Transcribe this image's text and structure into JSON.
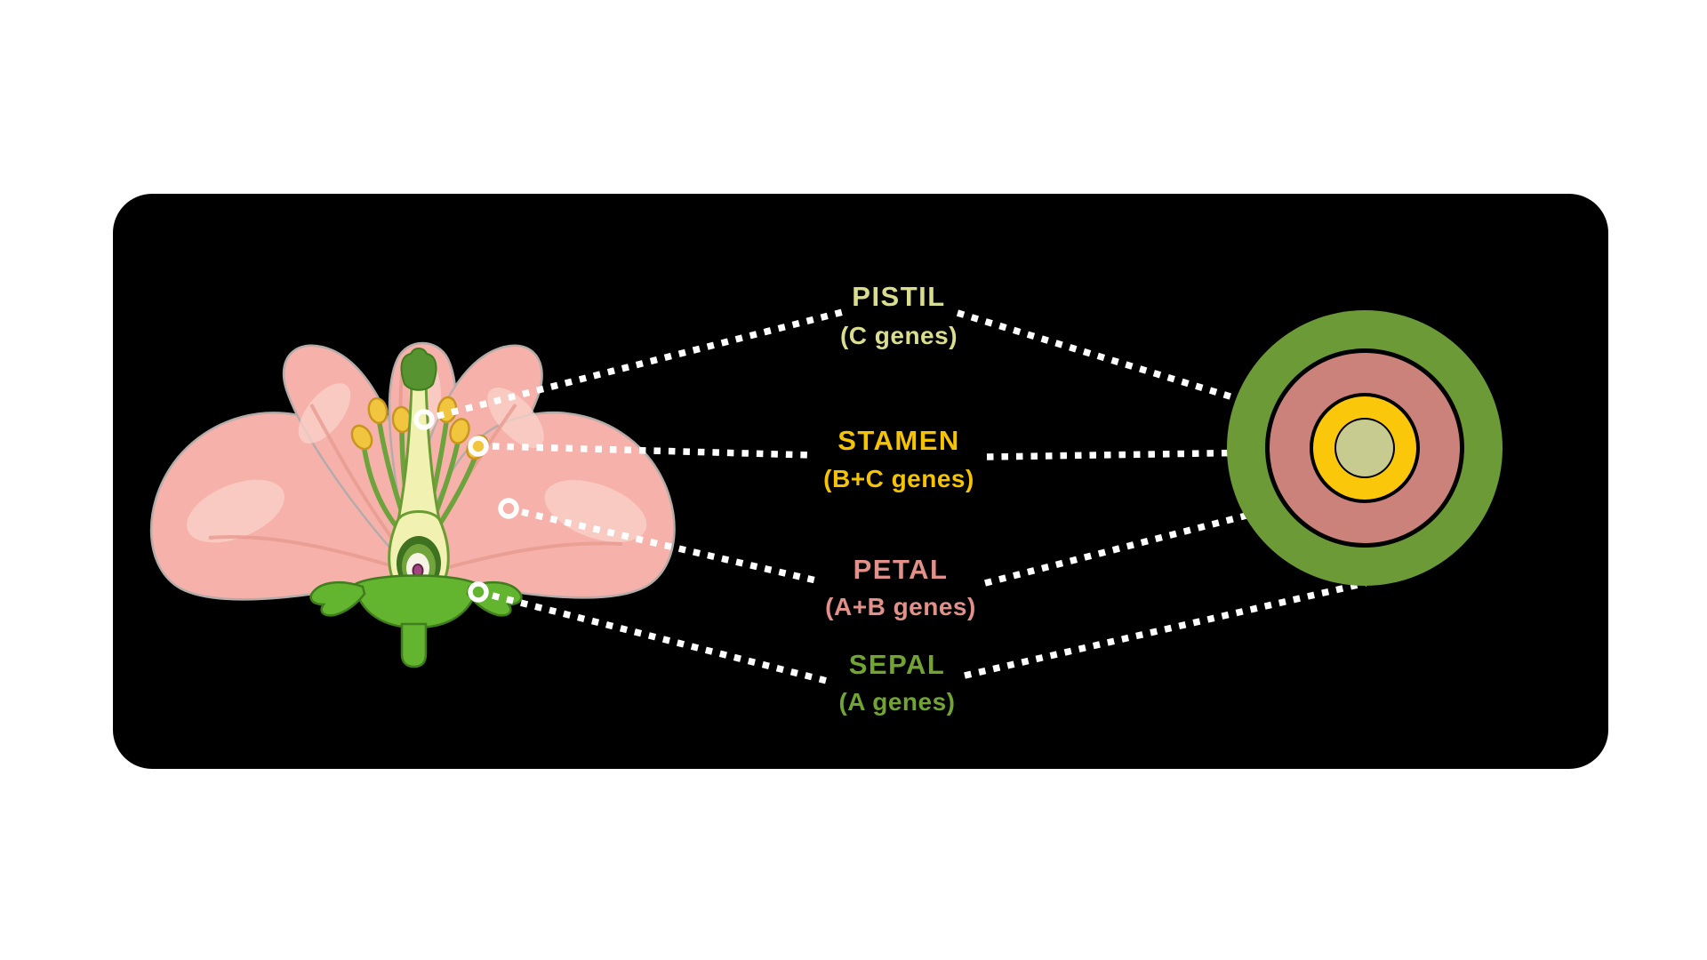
{
  "diagram": {
    "title": "Flower whorl / ABC gene model diagram",
    "background_color": "#ffffff",
    "panel_color": "#000000",
    "connector_color": "#ffffff",
    "whorls": [
      {
        "id": "pistil",
        "label": "PISTIL",
        "genes": "(C genes)",
        "label_color": "#dadd8b",
        "ring_color": "#c7cb8f",
        "ring_position": "innermost"
      },
      {
        "id": "stamen",
        "label": "STAMEN",
        "genes": "(B+C genes)",
        "label_color": "#f4c404",
        "ring_color": "#fbc70a",
        "ring_position": "third"
      },
      {
        "id": "petal",
        "label": "PETAL",
        "genes": "(A+B genes)",
        "label_color": "#e2908a",
        "ring_color": "#ca827b",
        "ring_position": "second"
      },
      {
        "id": "sepal",
        "label": "SEPAL",
        "genes": "(A genes)",
        "label_color": "#71a433",
        "ring_color": "#6c9a36",
        "ring_position": "outermost"
      }
    ],
    "flower": {
      "petal_color": "#f6b2aa",
      "petal_highlight_color": "#fbd2cb",
      "petal_shade_color": "#e89b91",
      "stamen_filament_color": "#6da33c",
      "anther_color": "#f2c53e",
      "anther_outline_color": "#c8951f",
      "pistil_style_color": "#f1f1b2",
      "pistil_outline_color": "#6b9c33",
      "stigma_color": "#579330",
      "ovary_dark_green": "#3e7120",
      "ovary_mid_green": "#71a53c",
      "ovule_color": "#f7f4e6",
      "ovule_dot_color": "#a34480",
      "sepal_color": "#63b42e",
      "sepal_outline_color": "#3f7d1d",
      "stem_color": "#63b42e"
    }
  }
}
